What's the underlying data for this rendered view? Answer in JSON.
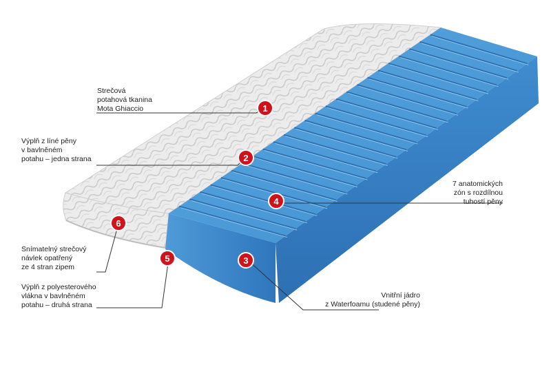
{
  "callouts": [
    {
      "number": "1",
      "lines": [
        "Strečová",
        "potahová tkanina",
        "Mota Ghiaccio"
      ]
    },
    {
      "number": "2",
      "lines": [
        "Výplň z líné pěny",
        "v bavlněném",
        "potahu – jedna strana"
      ]
    },
    {
      "number": "3",
      "lines": [
        "Vnitřní jádro",
        "z Waterfoamu (studené pěny)"
      ]
    },
    {
      "number": "4",
      "lines": [
        "7 anatomických",
        "zón s rozdílnou",
        "tuhostí pěny"
      ]
    },
    {
      "number": "5",
      "lines": [
        "Výplň z polyesterového",
        "vlákna v bavlněném",
        "potahu – druhá strana"
      ]
    },
    {
      "number": "6",
      "lines": [
        "Snímatelný strečový",
        "návlek opatřený",
        "ze 4 stran zipem"
      ]
    }
  ],
  "colors": {
    "badge": "#d0121b",
    "foam_top": "#4f9bd6",
    "foam_front": "#3a85c9",
    "fabric": "#e9e9e9",
    "leader": "#333333"
  }
}
